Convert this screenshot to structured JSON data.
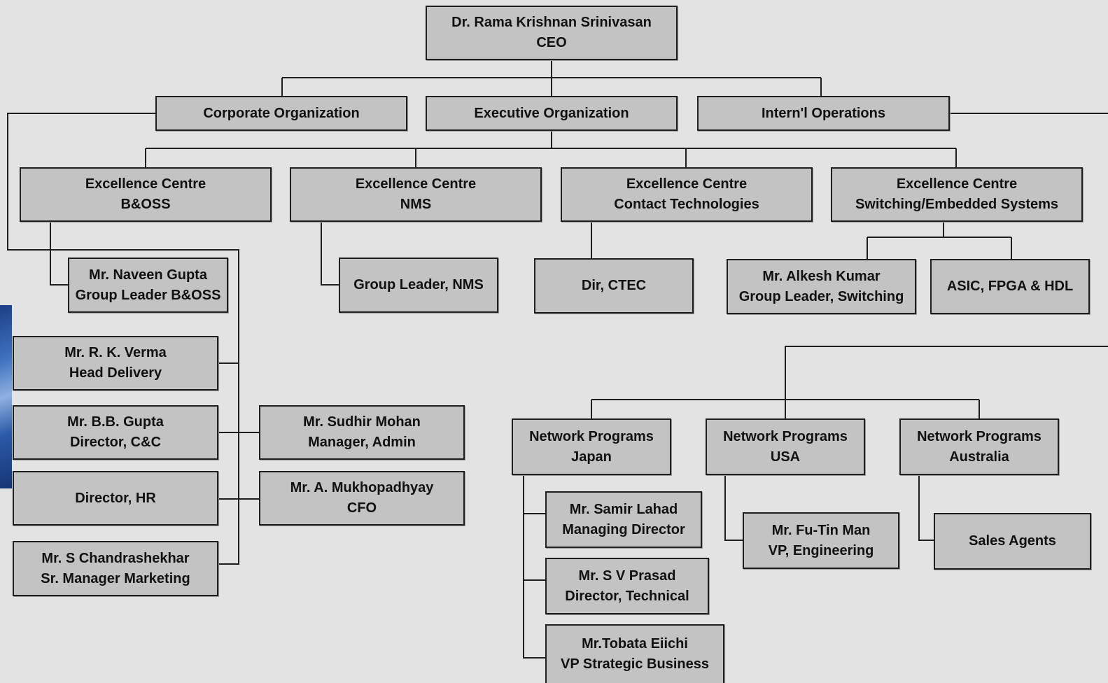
{
  "ceo": {
    "name": "Dr. Rama Krishnan Srinivasan",
    "title": "CEO"
  },
  "divisions": {
    "corporate": "Corporate Organization",
    "executive": "Executive Organization",
    "international": "Intern'l Operations"
  },
  "excellence_centres": [
    {
      "line1": "Excellence Centre",
      "line2": "B&OSS"
    },
    {
      "line1": "Excellence Centre",
      "line2": "NMS"
    },
    {
      "line1": "Excellence Centre",
      "line2": "Contact Technologies"
    },
    {
      "line1": "Excellence Centre",
      "line2": "Switching/Embedded Systems"
    }
  ],
  "ec_staff": {
    "naveen": {
      "line1": "Mr. Naveen Gupta",
      "line2": "Group Leader B&OSS"
    },
    "nms_lead": "Group Leader, NMS",
    "ctec": "Dir, CTEC",
    "alkesh": {
      "line1": "Mr. Alkesh Kumar",
      "line2": "Group Leader, Switching"
    },
    "asic": "ASIC, FPGA & HDL"
  },
  "corporate_staff": {
    "verma": {
      "line1": "Mr. R. K. Verma",
      "line2": "Head Delivery"
    },
    "bbgupta": {
      "line1": "Mr. B.B. Gupta",
      "line2": "Director, C&C"
    },
    "hr": "Director, HR",
    "chandrashekhar": {
      "line1": "Mr. S Chandrashekhar",
      "line2": "Sr. Manager Marketing"
    },
    "sudhir": {
      "line1": "Mr. Sudhir Mohan",
      "line2": "Manager, Admin"
    },
    "mukhopadhyay": {
      "line1": "Mr. A. Mukhopadhyay",
      "line2": "CFO"
    }
  },
  "network_programs": [
    {
      "line1": "Network Programs",
      "line2": "Japan"
    },
    {
      "line1": "Network Programs",
      "line2": "USA"
    },
    {
      "line1": "Network Programs",
      "line2": "Australia"
    }
  ],
  "japan_staff": [
    {
      "line1": "Mr. Samir Lahad",
      "line2": "Managing Director"
    },
    {
      "line1": "Mr. S V Prasad",
      "line2": "Director, Technical"
    },
    {
      "line1": "Mr.Tobata Eiichi",
      "line2": "VP Strategic Business"
    }
  ],
  "usa_staff": {
    "line1": "Mr. Fu-Tin Man",
    "line2": "VP, Engineering"
  },
  "australia_staff": "Sales Agents",
  "colors": {
    "background": "#e3e3e3",
    "box_fill": "#c3c3c3",
    "line": "#1f1f1f"
  }
}
